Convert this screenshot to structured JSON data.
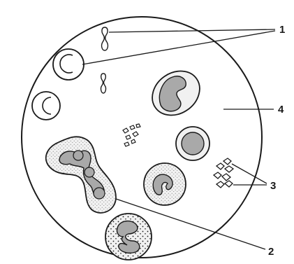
{
  "labels": {
    "l1": "1",
    "l2": "2",
    "l3": "3",
    "l4": "4"
  },
  "colors": {
    "ink": "#1a1a1a",
    "nucleus": "#a9a9a9",
    "cytoplasm": "#f1f1f1",
    "background": "#ffffff"
  }
}
